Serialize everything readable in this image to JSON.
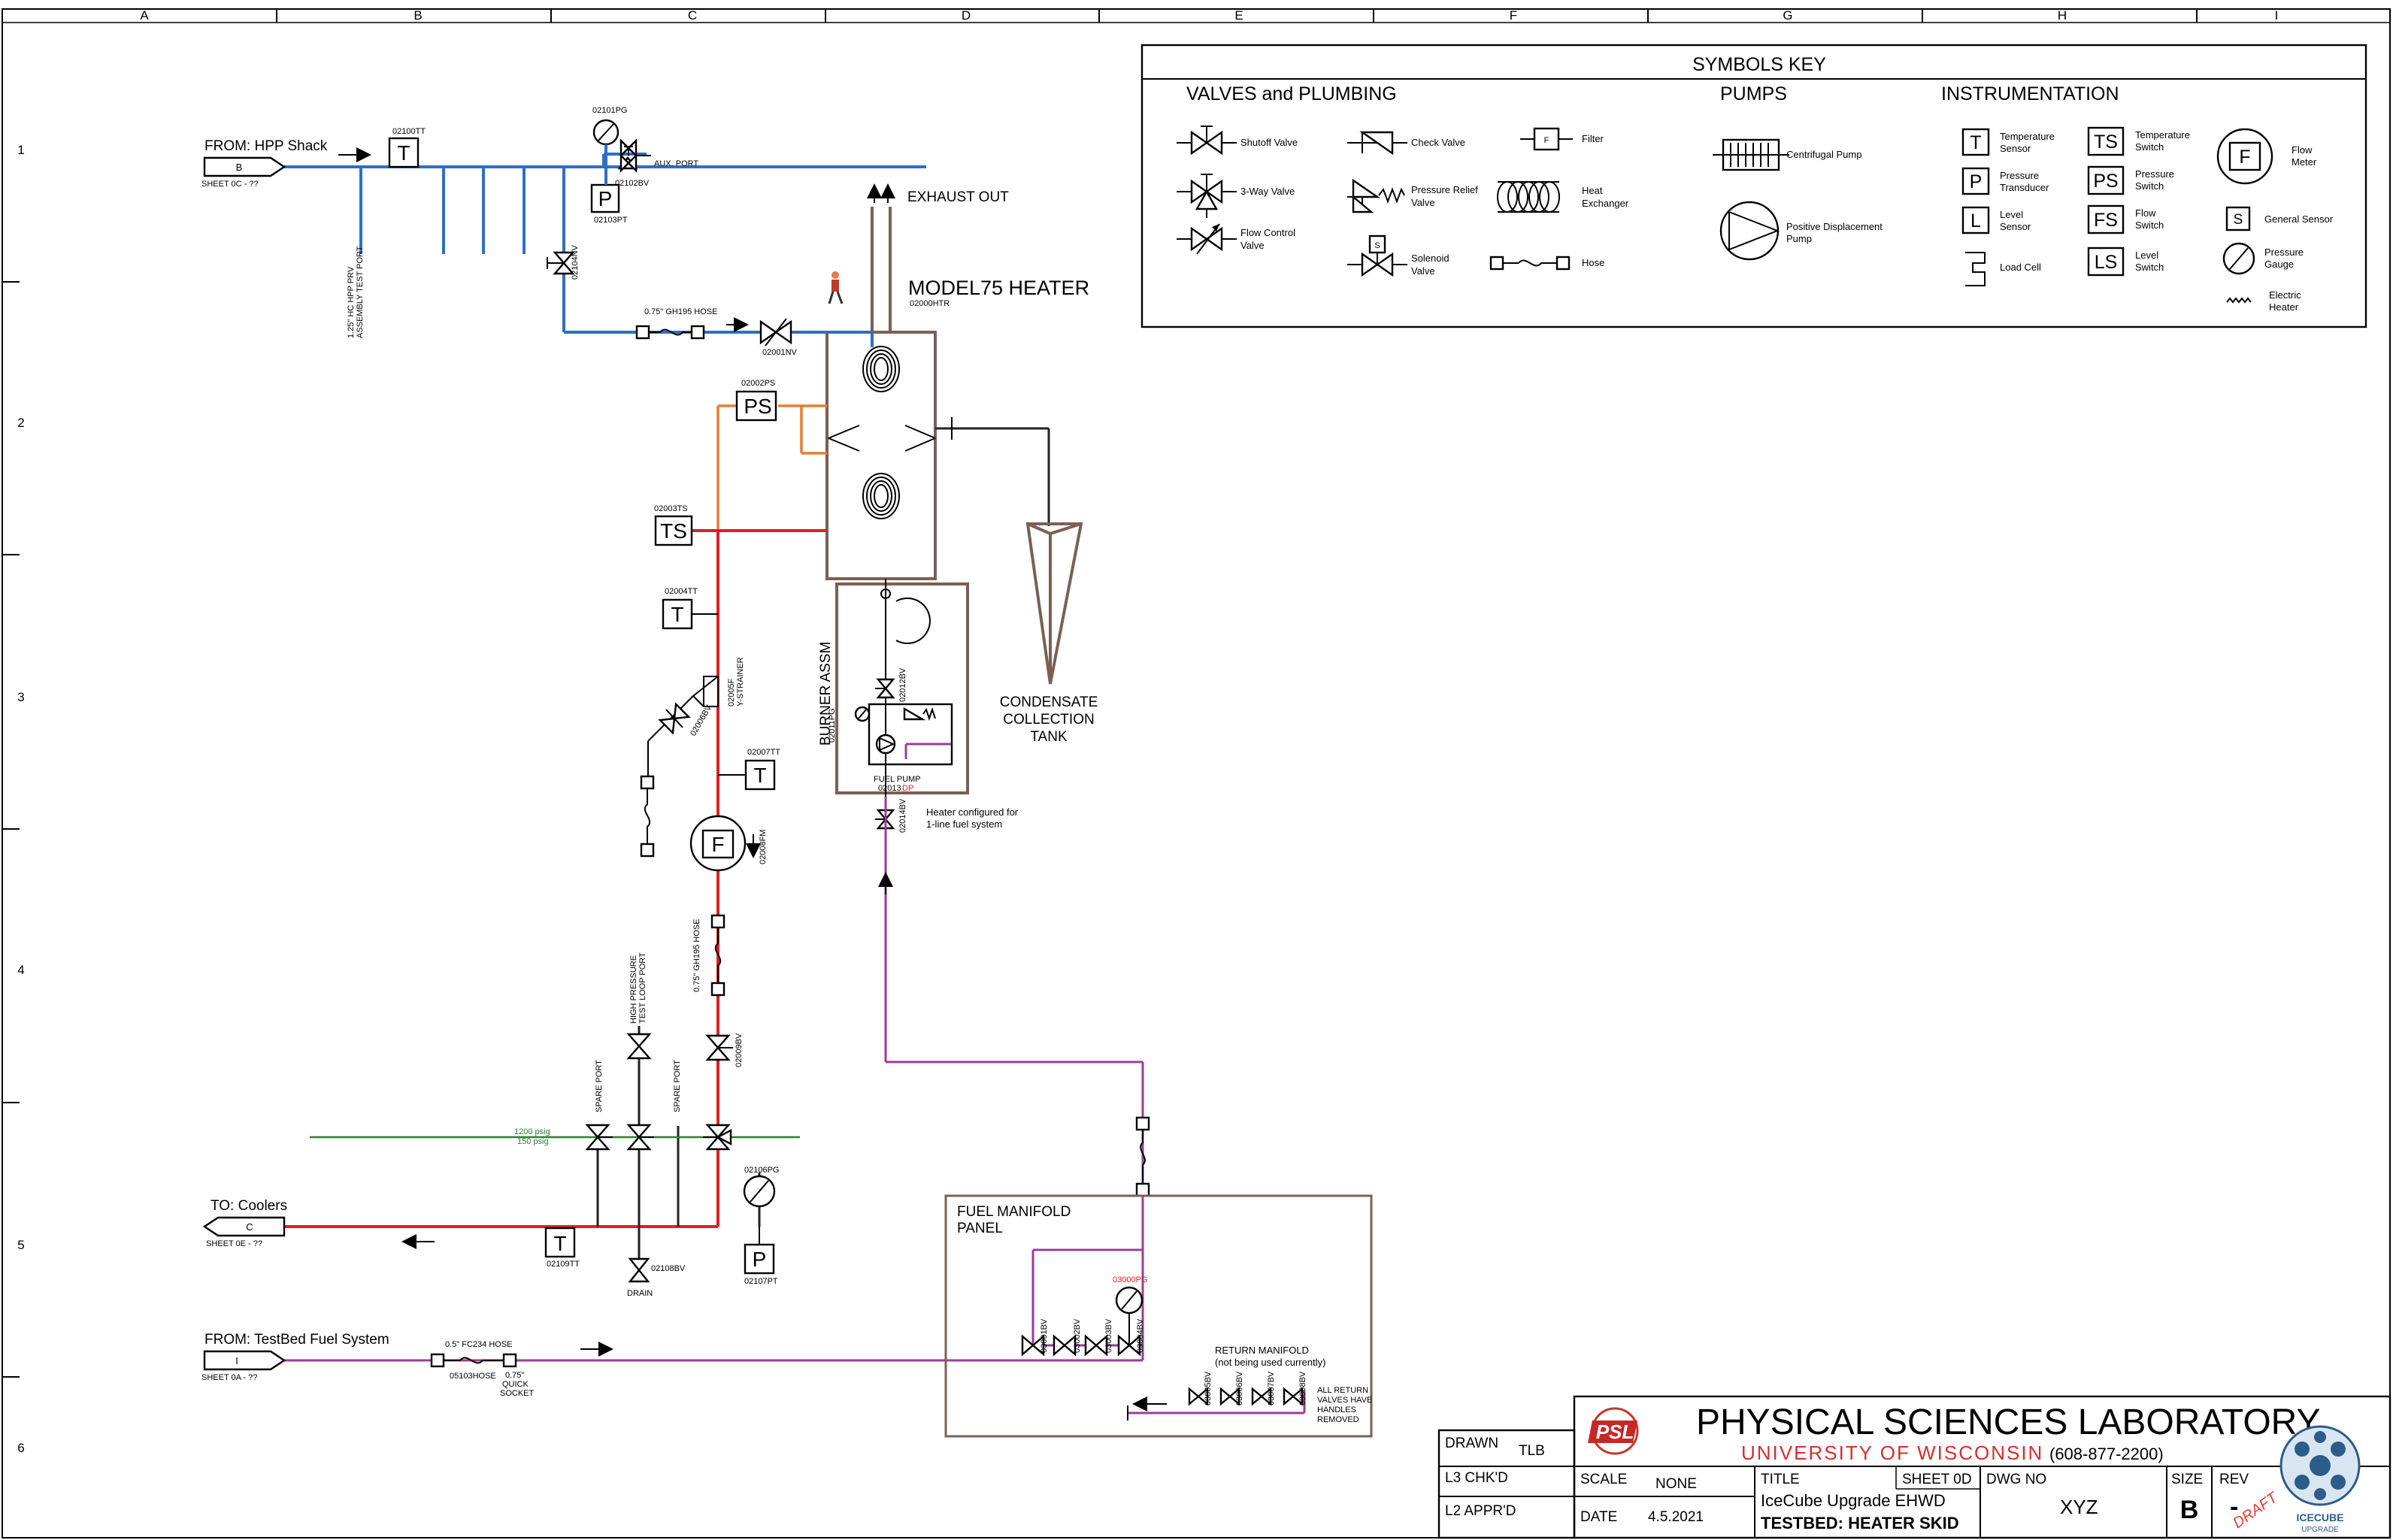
{
  "grid": {
    "columns": [
      "A",
      "B",
      "C",
      "D",
      "E",
      "F",
      "G",
      "H",
      "I"
    ],
    "rows": [
      "1",
      "2",
      "3",
      "4",
      "5",
      "6"
    ]
  },
  "symbols_key": {
    "title": "SYMBOLS KEY",
    "valves_heading": "VALVES and PLUMBING",
    "pumps_heading": "PUMPS",
    "instrumentation_heading": "INSTRUMENTATION",
    "shutoff_valve": "Shutoff Valve",
    "three_way_valve": "3-Way Valve",
    "flow_control_valve": [
      "Flow Control",
      "Valve"
    ],
    "check_valve": "Check Valve",
    "pressure_relief_valve": [
      "Pressure Relief",
      "Valve"
    ],
    "solenoid_valve": [
      "Solenoid",
      "Valve"
    ],
    "filter": "Filter",
    "heat_exchanger": [
      "Heat",
      "Exchanger"
    ],
    "hose": "Hose",
    "centrifugal_pump": "Centrifugal Pump",
    "positive_displacement_pump": [
      "Positive Displacement",
      "Pump"
    ],
    "temperature_sensor": [
      "Temperature",
      "Sensor"
    ],
    "pressure_transducer": [
      "Pressure",
      "Transducer"
    ],
    "level_sensor": [
      "Level",
      "Sensor"
    ],
    "load_cell": "Load Cell",
    "temperature_switch": [
      "Temperature",
      "Switch"
    ],
    "pressure_switch": [
      "Pressure",
      "Switch"
    ],
    "flow_switch": [
      "Flow",
      "Switch"
    ],
    "level_switch": [
      "Level",
      "Switch"
    ],
    "flow_meter": [
      "Flow",
      "Meter"
    ],
    "general_sensor": "General Sensor",
    "pressure_gauge": [
      "Pressure",
      "Gauge"
    ],
    "electric_heater": [
      "Electric",
      "Heater"
    ],
    "letters": {
      "T": "T",
      "P": "P",
      "L": "L",
      "TS": "TS",
      "PS": "PS",
      "FS": "FS",
      "LS": "LS",
      "F": "F",
      "S": "S"
    }
  },
  "inlet_hpp": {
    "label": "FROM: HPP Shack",
    "sheet_letter": "B",
    "sheet_ref": "SHEET 0C - ??"
  },
  "outlet_coolers": {
    "label": "TO: Coolers",
    "sheet_letter": "C",
    "sheet_ref": "SHEET 0E - ??"
  },
  "inlet_fuel": {
    "label": "FROM: TestBed Fuel System",
    "sheet_letter": "I",
    "sheet_ref": "SHEET 0A - ??"
  },
  "tags": {
    "t_02100TT": "02100TT",
    "pg_02101PG": "02101PG",
    "aux_port": "AUX. PORT",
    "bv_02102BV": "02102BV",
    "pt_02103PT": "02103PT",
    "test_port": [
      "1.25\" HC HPP PRV",
      "ASSEMBLY TEST PORT"
    ],
    "vlv_02104NV": "02104NV",
    "hose_gh195": "0.75\" GH195 HOSE",
    "nv_02001NV": "02001NV",
    "ps_02002PS": "02002PS",
    "ts_02003TS": "02003TS",
    "tt_02004TT": "02004TT",
    "strainer": [
      "02005F",
      "Y-STRAINER"
    ],
    "bv_02006": "02006BV",
    "tt_02007TT": "02007TT",
    "fm_02008FM": "02008FM",
    "hose_gh195_v": "0.75\" GH195 HOSE",
    "hp_port": [
      "HIGH PRESSURE",
      "TEST LOOP PORT"
    ],
    "bv_02009": "02009BV",
    "spare_port_1": "SPARE PORT",
    "spare_port_2": "SPARE PORT",
    "psig_1200": "1200 psig",
    "psig_150": "150 psig",
    "pg_02106PG": "02106PG",
    "tt_02109TT": "02109TT",
    "bv_02108BV": "02108BV",
    "drain": "DRAIN",
    "pt_02107PT": "02107PT",
    "hose_fc234": "0.5\" FC234 HOSE",
    "hose_05103": "05103HOSE",
    "quick_socket": [
      "0.75\"",
      "QUICK",
      "SOCKET"
    ],
    "htr_02000HTR": "02000HTR",
    "pg_02011PG": "02011PG",
    "bv_02012": "02012BV",
    "fuel_pump": "FUEL PUMP",
    "fuel_pump_tag_a": "02013",
    "fuel_pump_tag_b": "DP",
    "bv_02014": "02014BV",
    "heater_note": [
      "Heater configured for",
      "1-line fuel system"
    ],
    "pg_03000PG": "03000PG",
    "bv_manifold": [
      "03001BV",
      "03002BV",
      "03003BV",
      "03004BV"
    ],
    "bv_return": [
      "03005BV",
      "03006BV",
      "03007BV",
      "03008BV"
    ]
  },
  "components": {
    "exhaust": "EXHAUST OUT",
    "heater": "MODEL75 HEATER",
    "burner": "BURNER ASSM",
    "condensate": [
      "CONDENSATE",
      "COLLECTION",
      "TANK"
    ],
    "fuel_manifold": [
      "FUEL MANIFOLD",
      "PANEL"
    ],
    "return_manifold": [
      "RETURN MANIFOLD",
      "(not being used currently)"
    ],
    "return_note": [
      "ALL RETURN",
      "VALVES HAVE",
      "HANDLES",
      "REMOVED"
    ]
  },
  "title_block": {
    "lab": "PHYSICAL SCIENCES LABORATORY",
    "university": "UNIVERSITY OF WISCONSIN",
    "phone": "(608-877-2200)",
    "logo": "PSL",
    "drawn_label": "DRAWN",
    "drawn_value": "TLB",
    "chkd_label": "L3 CHK'D",
    "apprd_label": "L2 APPR'D",
    "scale_label": "SCALE",
    "scale_value": "NONE",
    "date_label": "DATE",
    "date_value": "4.5.2021",
    "title_label": "TITLE",
    "sheet_label": "SHEET 0D",
    "title_line1": "IceCube Upgrade EHWD",
    "title_line2": "TESTBED: HEATER SKID",
    "dwg_label": "DWG NO",
    "dwg_value": "XYZ",
    "size_label": "SIZE",
    "size_value": "B",
    "rev_label": "REV",
    "rev_value": "-",
    "draft_stamp": "DRAFT",
    "icecube_logo": [
      "ICECUBE",
      "UPGRADE"
    ]
  }
}
